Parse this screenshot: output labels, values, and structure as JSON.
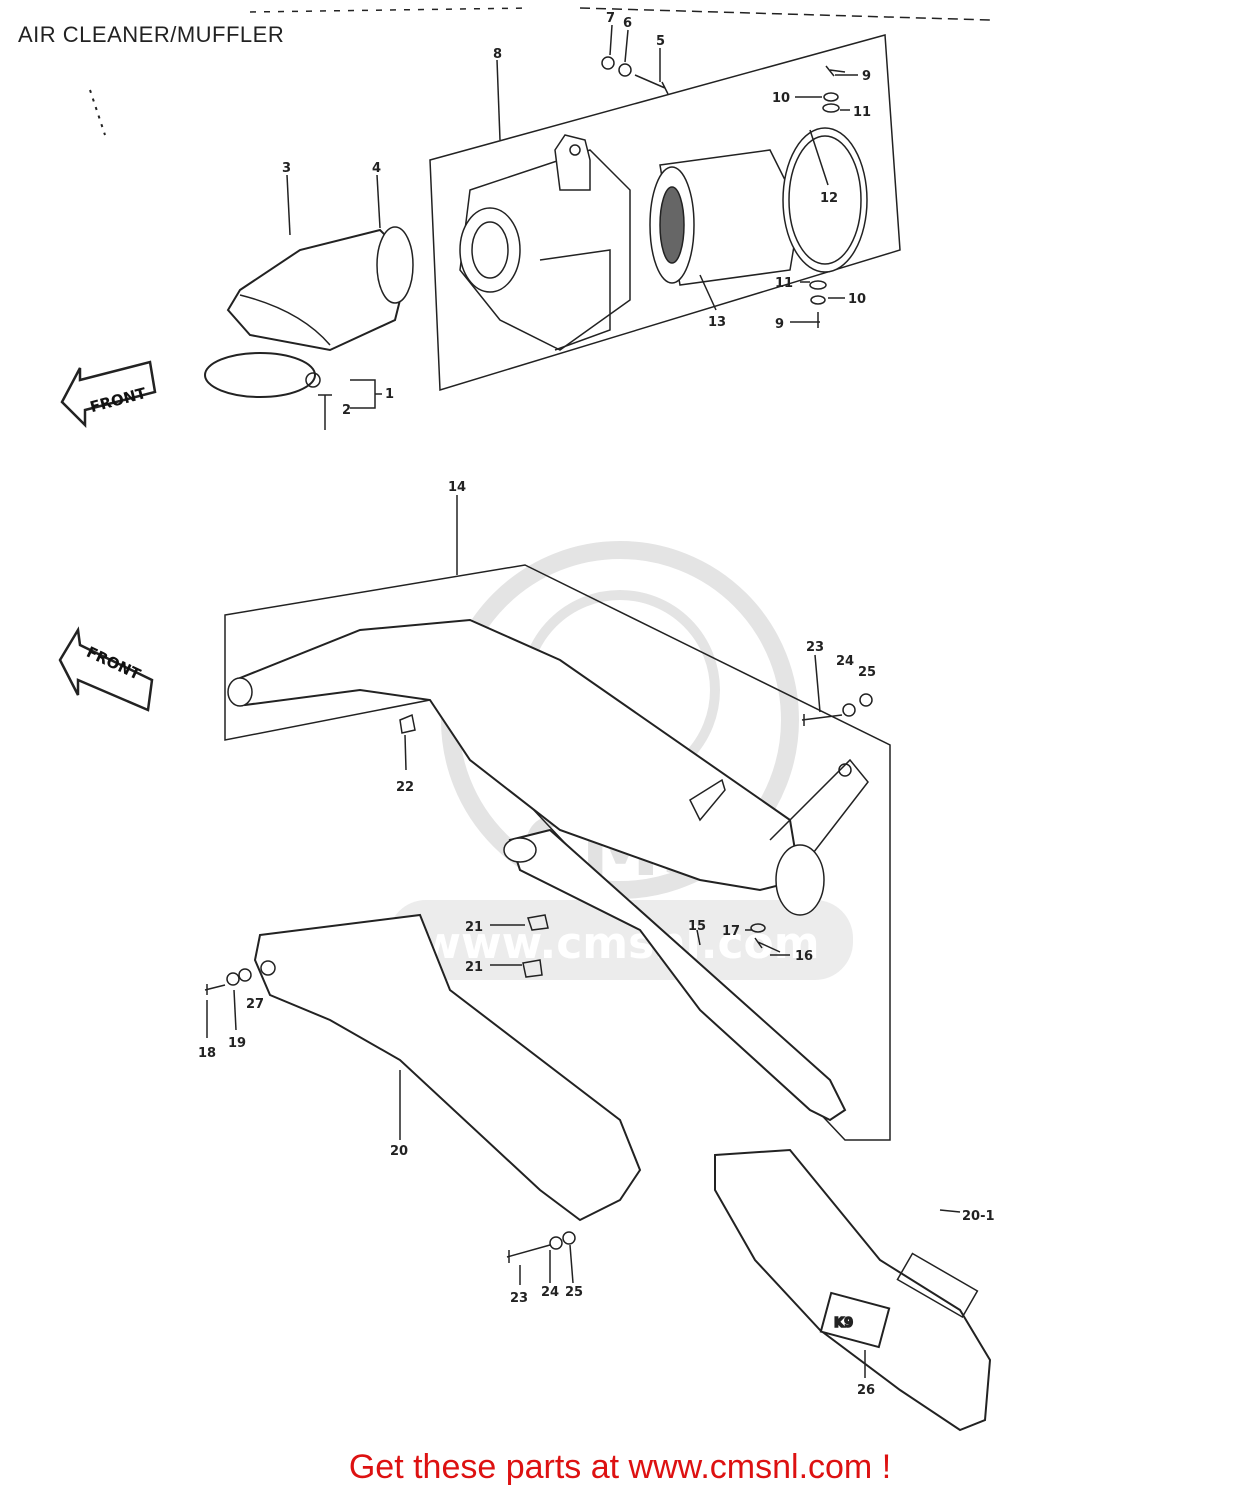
{
  "title": "AIR CLEANER/MUFFLER",
  "footer": "Get these parts at www.cmsnl.com !",
  "watermark": {
    "logo": "CMS",
    "url": "www.cmsnl.com"
  },
  "front_arrow_label": "FRONT",
  "badge_text": "K9",
  "callouts": {
    "p1": "1",
    "p2": "2",
    "p3": "3",
    "p4": "4",
    "p5": "5",
    "p6": "6",
    "p7": "7",
    "p8": "8",
    "p9a": "9",
    "p9b": "9",
    "p10a": "10",
    "p10b": "10",
    "p11a": "11",
    "p11b": "11",
    "p12": "12",
    "p13": "13",
    "p14": "14",
    "p15": "15",
    "p16": "16",
    "p17": "17",
    "p18": "18",
    "p19": "19",
    "p20": "20",
    "p20_1": "20-1",
    "p21a": "21",
    "p21b": "21",
    "p22": "22",
    "p23a": "23",
    "p23b": "23",
    "p24a": "24",
    "p24b": "24",
    "p25a": "25",
    "p25b": "25",
    "p26": "26",
    "p27": "27"
  },
  "colors": {
    "line": "#222222",
    "footer": "#dd1111",
    "watermark": "#e2e2e2"
  }
}
